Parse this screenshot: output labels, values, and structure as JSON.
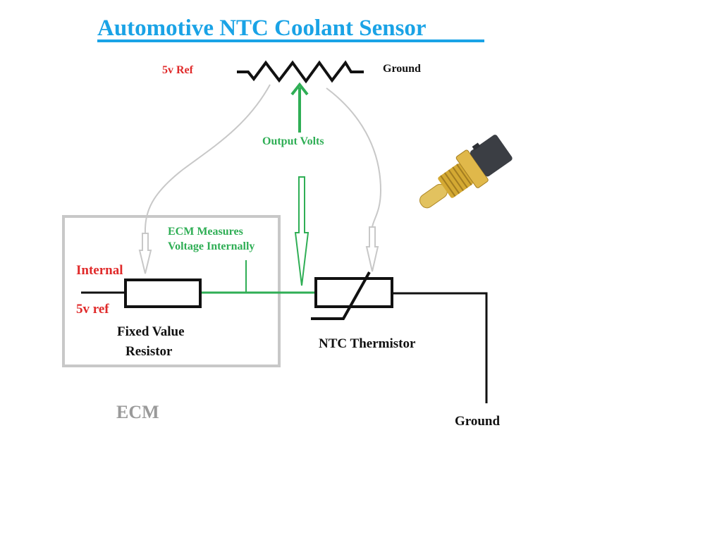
{
  "title": "Automotive NTC Coolant Sensor",
  "colors": {
    "title": "#1aa3e6",
    "red_labels": "#e02a2a",
    "green_labels": "#2fae55",
    "ecm_box": "#c8c8c8",
    "ecm_label": "#9a9a9a",
    "wire": "#111111",
    "brass": "#d4a933",
    "connector": "#3b3e44"
  },
  "potentiometer": {
    "left_label": "5v Ref",
    "right_label": "Ground",
    "wiper_label": "Output Volts"
  },
  "ecm": {
    "label": "ECM",
    "measure_label_line1": "ECM Measures",
    "measure_label_line2": "Voltage Internally",
    "input_label_line1": "Internal",
    "input_label_line2": "5v ref",
    "resistor_label_line1": "Fixed Value",
    "resistor_label_line2": "Resistor"
  },
  "thermistor": {
    "label": "NTC Thermistor"
  },
  "ground_label": "Ground",
  "photo": {
    "description": "coolant temperature sensor photo"
  }
}
